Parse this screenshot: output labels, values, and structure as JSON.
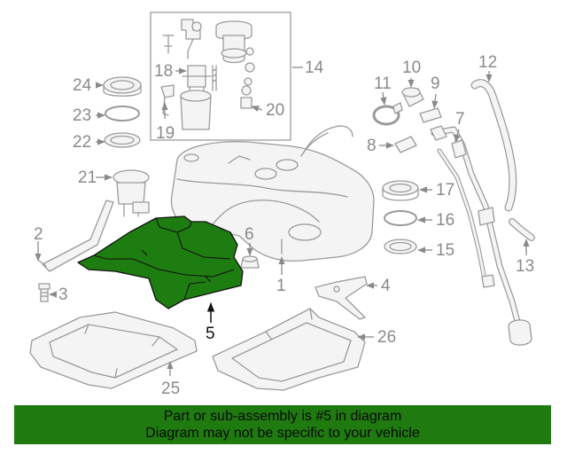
{
  "callouts": {
    "c1": "1",
    "c2": "2",
    "c3": "3",
    "c4": "4",
    "c5": "5",
    "c6": "6",
    "c7": "7",
    "c8": "8",
    "c9": "9",
    "c10": "10",
    "c11": "11",
    "c12": "12",
    "c13": "13",
    "c14": "14",
    "c15": "15",
    "c16": "16",
    "c17": "17",
    "c18": "18",
    "c19": "19",
    "c20": "20",
    "c21": "21",
    "c22": "22",
    "c23": "23",
    "c24": "24",
    "c25": "25",
    "c26": "26"
  },
  "highlighted_part": "5",
  "colors": {
    "highlight": "#1e7d10",
    "banner": "#1f7a10",
    "line": "#9a9a9a"
  },
  "banner": {
    "line1": "Part or sub-assembly is #5 in diagram",
    "line2": "Diagram may not be specific to your vehicle"
  }
}
